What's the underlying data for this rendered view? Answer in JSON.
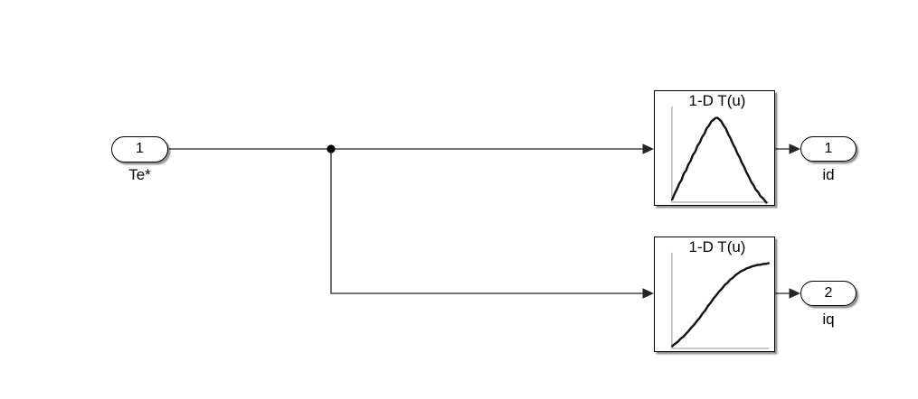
{
  "canvas": {
    "background": "#ffffff"
  },
  "colors": {
    "wire": "#262626",
    "border": "#000000",
    "fill": "#ffffff",
    "axis": "#bdbdbd",
    "curve": "#141414"
  },
  "inport": {
    "number": "1",
    "name": "Te*"
  },
  "lookup_top": {
    "title": "1-D T(u)",
    "icon": "bell-curve"
  },
  "lookup_bottom": {
    "title": "1-D T(u)",
    "icon": "rising-curve"
  },
  "outport_top": {
    "number": "1",
    "name": "id"
  },
  "outport_bottom": {
    "number": "2",
    "name": "iq"
  }
}
